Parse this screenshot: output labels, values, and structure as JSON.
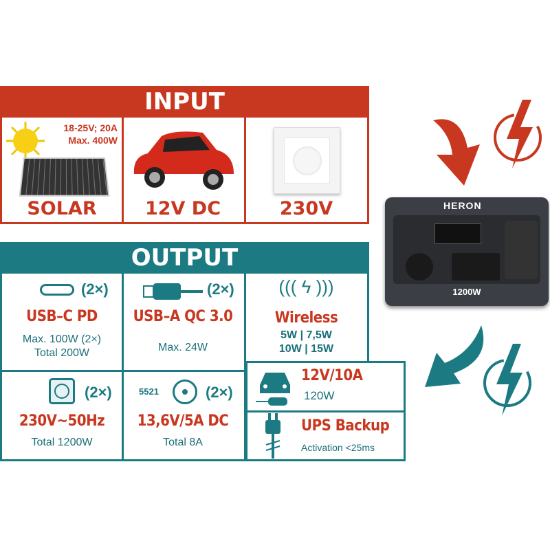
{
  "input": {
    "title": "INPUT",
    "solar": {
      "spec1": "18-25V; 20A",
      "spec2": "Max. 400W",
      "label": "SOLAR"
    },
    "car": {
      "label": "12V DC"
    },
    "mains": {
      "label": "230V"
    }
  },
  "output": {
    "title": "OUTPUT",
    "usbc": {
      "count": "(2×)",
      "title": "USB–C PD",
      "line1": "Max. 100W (2×)",
      "line2": "Total 200W"
    },
    "usba": {
      "count": "(2×)",
      "title": "USB–A QC 3.0",
      "line1": "Max. 24W"
    },
    "wireless": {
      "title": "Wireless",
      "line1": "5W | 7,5W",
      "line2": "10W | 15W"
    },
    "ac": {
      "count": "(2×)",
      "title": "230V~50Hz",
      "line1": "Total 1200W"
    },
    "dc": {
      "code": "5521",
      "count": "(2×)",
      "title": "13,6V/5A DC",
      "line1": "Total 8A"
    },
    "car": {
      "title": "12V/10A",
      "line1": "120W"
    },
    "ups": {
      "title": "UPS Backup",
      "line1": "Activation <25ms"
    }
  },
  "device": {
    "brand": "HERON",
    "model": "1200W"
  },
  "colors": {
    "red": "#c8371f",
    "teal": "#1b7a82"
  }
}
